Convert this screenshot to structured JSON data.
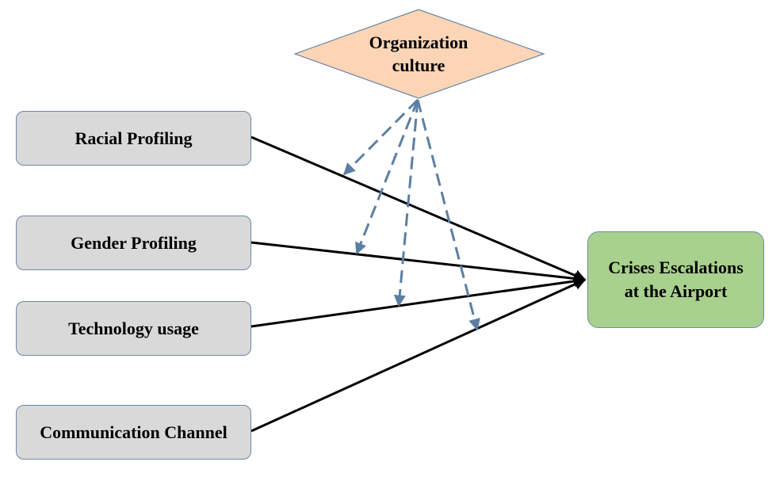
{
  "diagram": {
    "moderator": {
      "lines": [
        "Organization",
        "culture"
      ],
      "fill": "#fbd5b5",
      "stroke": "#6e87a8"
    },
    "inputs": [
      {
        "id": "racial",
        "label": "Racial Profiling"
      },
      {
        "id": "gender",
        "label": "Gender Profiling"
      },
      {
        "id": "technology",
        "label": "Technology usage"
      },
      {
        "id": "communication",
        "label": "Communication Channel"
      }
    ],
    "output": {
      "lines": [
        "Crises Escalations",
        "at the Airport"
      ],
      "fill": "#a9d18e"
    },
    "colors": {
      "input_fill": "#d9d9d9",
      "box_border": "#6e87a8",
      "solid_arrow": "#000000",
      "dashed_arrow": "#5b7fa3"
    }
  }
}
